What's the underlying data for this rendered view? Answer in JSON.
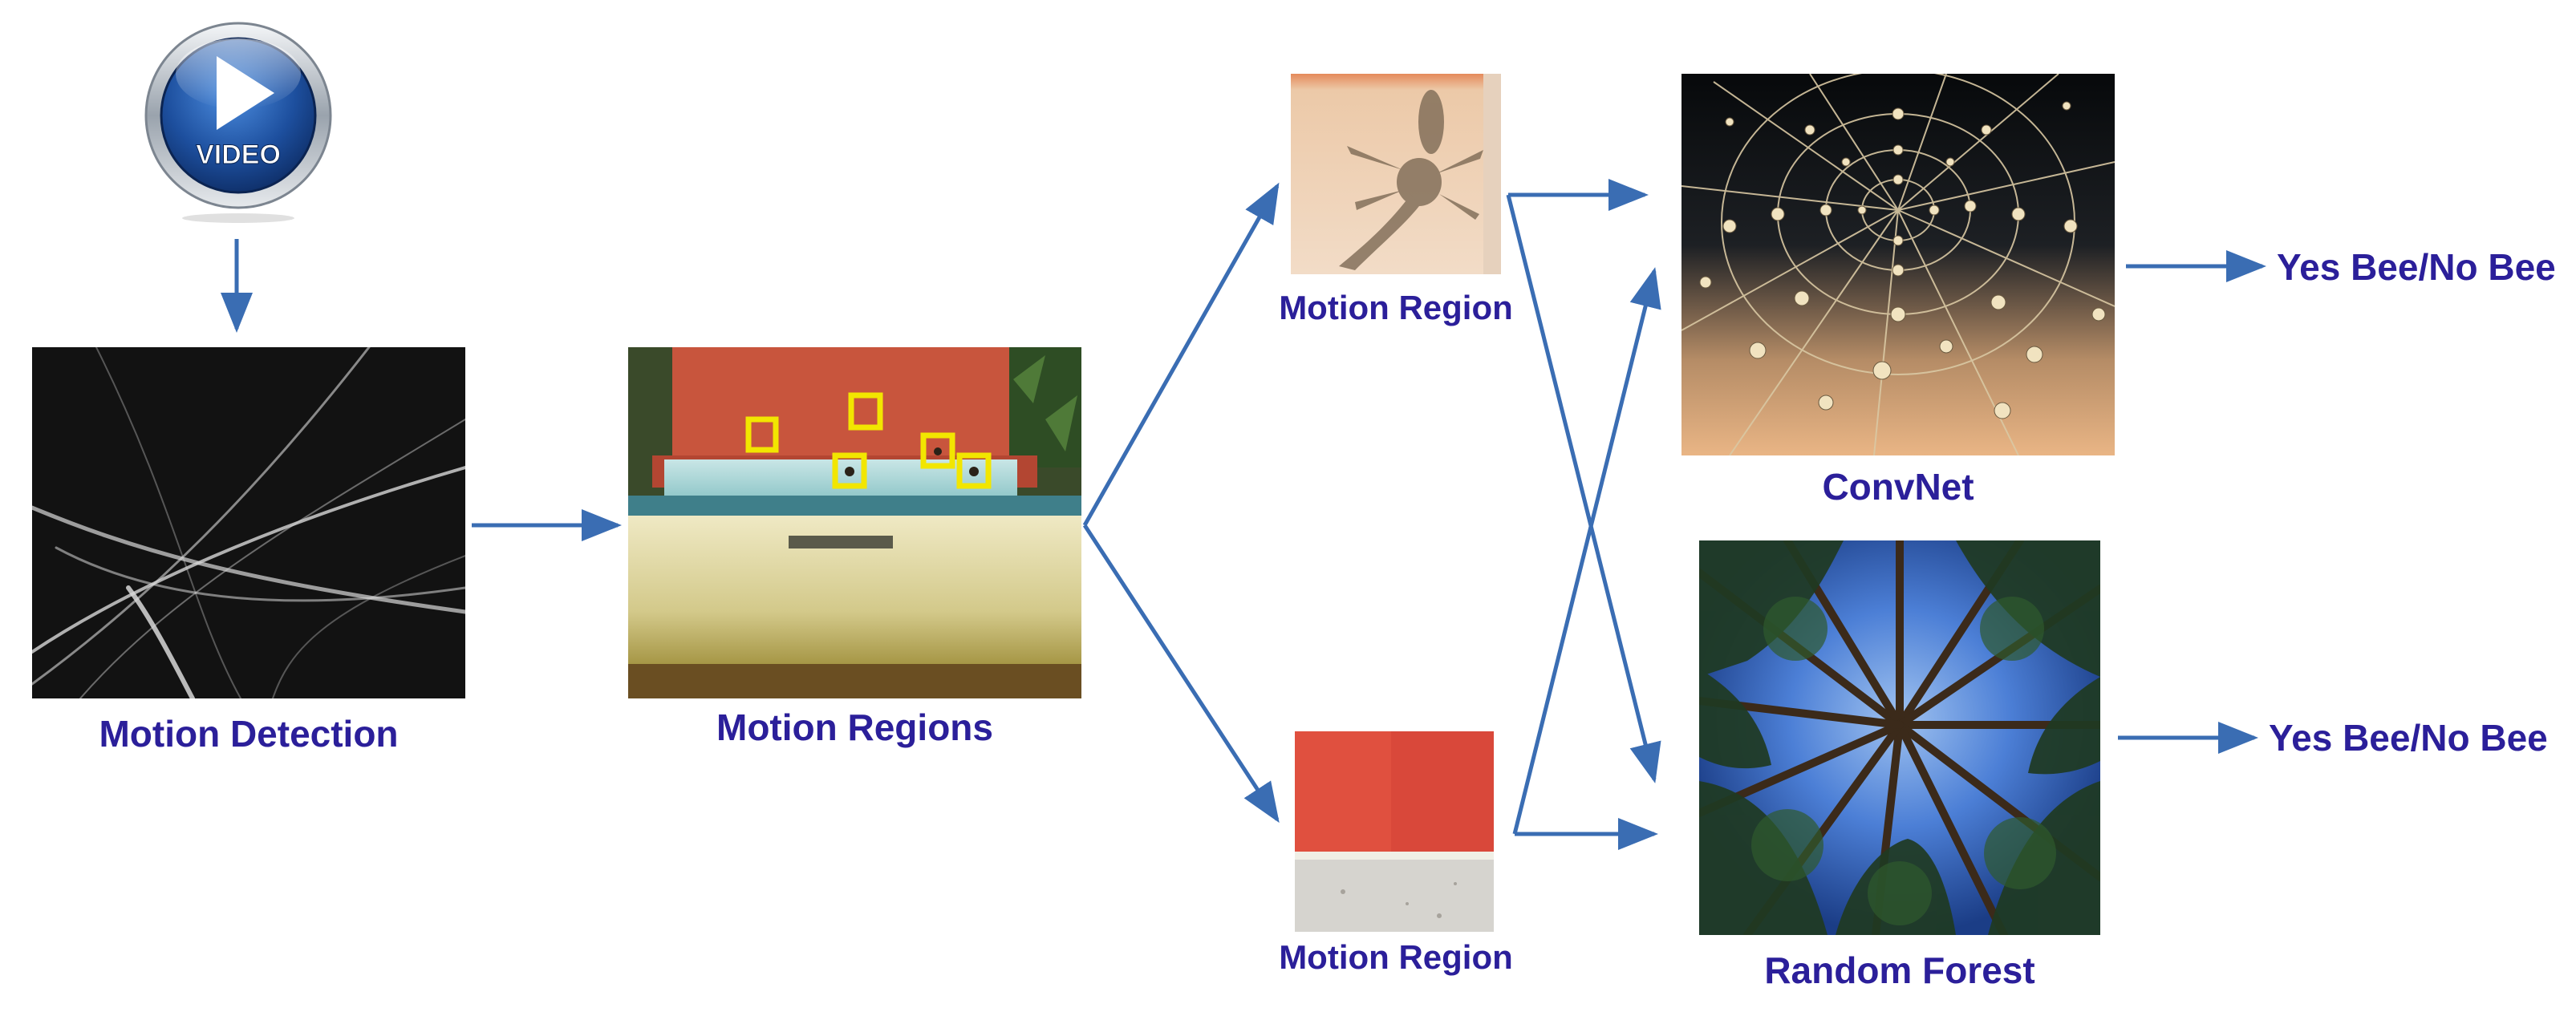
{
  "video_icon": {
    "text": "VIDEO",
    "icon": "play-video-icon"
  },
  "motion_detection": {
    "label": "Motion Detection"
  },
  "motion_regions": {
    "label": "Motion Regions"
  },
  "motion_region_top": {
    "label": "Motion Region"
  },
  "motion_region_bottom": {
    "label": "Motion Region"
  },
  "convnet": {
    "label": "ConvNet"
  },
  "random_forest": {
    "label": "Random Forest"
  },
  "output_top": {
    "label": "Yes Bee/No Bee"
  },
  "output_bottom": {
    "label": "Yes Bee/No Bee"
  },
  "colors": {
    "label": "#2b1f9a",
    "arrow": "#3a6db3",
    "box": "#f2e600"
  }
}
